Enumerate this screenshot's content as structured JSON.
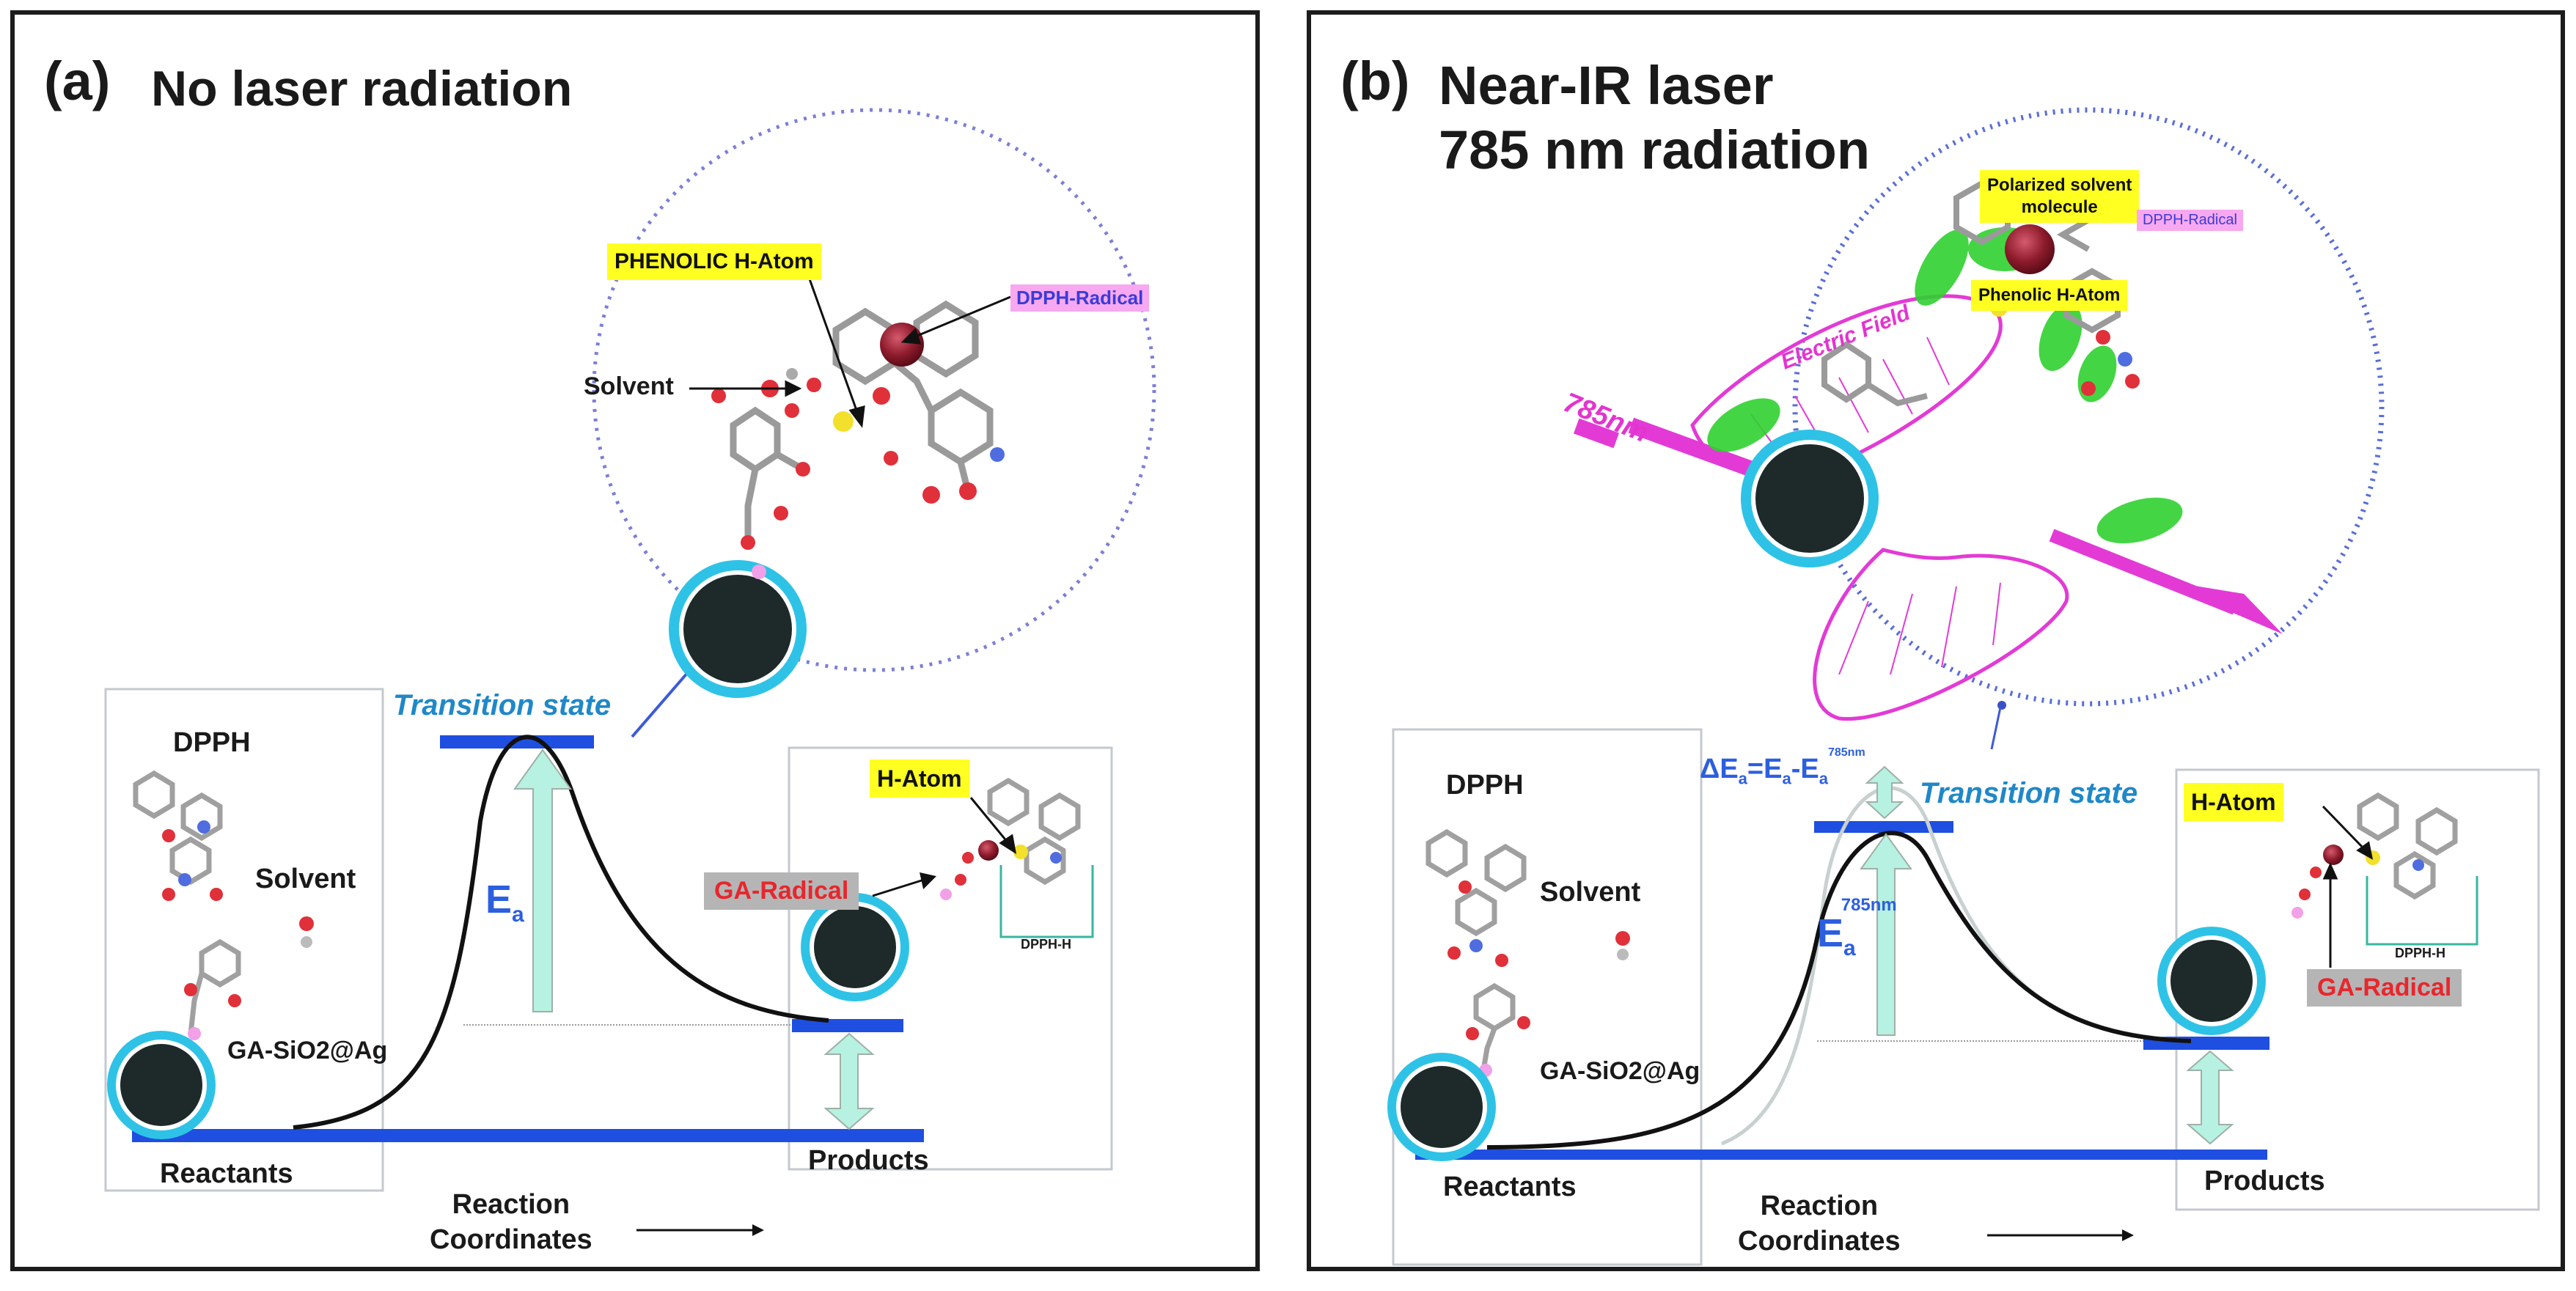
{
  "panel_a": {
    "letter": "(a)",
    "title": "No laser radiation",
    "labels": {
      "phenolic": "PHENOLIC H-Atom",
      "dpph_radical": "DPPH-Radical",
      "solvent_zoom": "Solvent",
      "transition_state": "Transition state",
      "dpph": "DPPH",
      "solvent": "Solvent",
      "ga_sio2_ag": "GA-SiO2@Ag",
      "reactants": "Reactants",
      "reaction_coordinates": "Reaction\nCoordinates",
      "h_atom": "H-Atom",
      "ga_radical": "GA-Radical",
      "dpph_h": "DPPH-H",
      "products": "Products",
      "ea_main": "E",
      "ea_sub": "a"
    }
  },
  "panel_b": {
    "letter": "(b)",
    "title_line1": "Near-IR laser",
    "title_line2": "785 nm radiation",
    "labels": {
      "polarized": "Polarized solvent\nmolecule",
      "dpph_radical": "DPPH-Radical",
      "phenolic": "Phenolic H-Atom",
      "wavelength": "785nm",
      "electric_field": "Electric Field",
      "delta_ea": "ΔE",
      "delta_ea_sub": "a",
      "delta_eq": "=E",
      "delta_eq_sub": "a",
      "delta_minus": "-E",
      "delta_minus_sub": "a",
      "delta_sup": "785nm",
      "transition_state": "Transition state",
      "dpph": "DPPH",
      "solvent": "Solvent",
      "ga_sio2_ag": "GA-SiO2@Ag",
      "reactants": "Reactants",
      "reaction_coordinates": "Reaction\nCoordinates",
      "h_atom": "H-Atom",
      "ga_radical": "GA-Radical",
      "dpph_h": "DPPH-H",
      "products": "Products",
      "ea_main": "E",
      "ea_sub": "a",
      "ea_sup": "785nm"
    }
  },
  "colors": {
    "energy_bar": "#1f4fe0",
    "arrow_fill": "#b7f1e1",
    "particle_ring": "#2ec3e6",
    "particle_core": "#1e2a2a",
    "laser": "#e33ad6",
    "orbital": "#2fd12f"
  }
}
